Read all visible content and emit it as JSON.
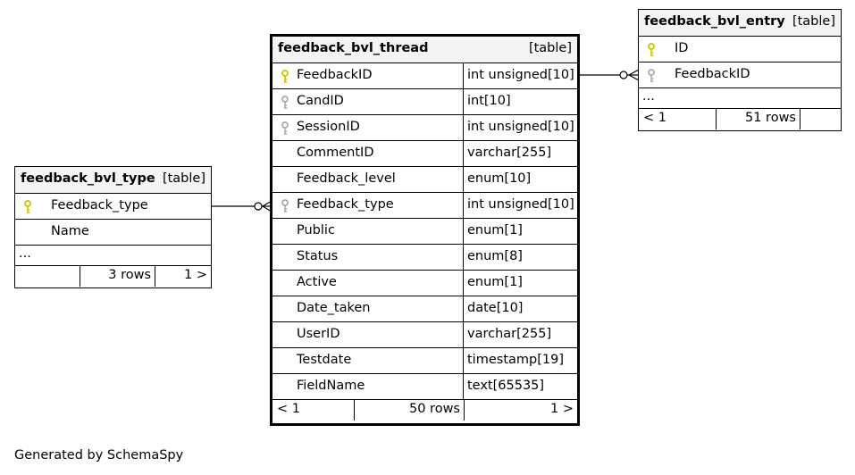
{
  "caption": "Generated by SchemaSpy",
  "tables": {
    "thread": {
      "name": "feedback_bvl_thread",
      "kind": "[table]",
      "rows": [
        {
          "name": "FeedbackID",
          "type": "int unsigned[10]",
          "key": "primary"
        },
        {
          "name": "CandID",
          "type": "int[10]",
          "key": "foreign"
        },
        {
          "name": "SessionID",
          "type": "int unsigned[10]",
          "key": "foreign"
        },
        {
          "name": "CommentID",
          "type": "varchar[255]",
          "key": "none"
        },
        {
          "name": "Feedback_level",
          "type": "enum[10]",
          "key": "none"
        },
        {
          "name": "Feedback_type",
          "type": "int unsigned[10]",
          "key": "foreign"
        },
        {
          "name": "Public",
          "type": "enum[1]",
          "key": "none"
        },
        {
          "name": "Status",
          "type": "enum[8]",
          "key": "none"
        },
        {
          "name": "Active",
          "type": "enum[1]",
          "key": "none"
        },
        {
          "name": "Date_taken",
          "type": "date[10]",
          "key": "none"
        },
        {
          "name": "UserID",
          "type": "varchar[255]",
          "key": "none"
        },
        {
          "name": "Testdate",
          "type": "timestamp[19]",
          "key": "none"
        },
        {
          "name": "FieldName",
          "type": "text[65535]",
          "key": "none"
        }
      ],
      "footer": {
        "left": "< 1",
        "rows": "50 rows",
        "right": "1 >"
      }
    },
    "type": {
      "name": "feedback_bvl_type",
      "kind": "[table]",
      "rows": [
        {
          "name": "Feedback_type",
          "key": "primary"
        },
        {
          "name": "Name",
          "key": "none"
        }
      ],
      "ellipsis": "...",
      "footer": {
        "left": "",
        "rows": "3 rows",
        "right": "1 >"
      }
    },
    "entry": {
      "name": "feedback_bvl_entry",
      "kind": "[table]",
      "rows": [
        {
          "name": "ID",
          "key": "primary"
        },
        {
          "name": "FeedbackID",
          "key": "foreign"
        }
      ],
      "ellipsis": "...",
      "footer": {
        "left": "< 1",
        "rows": "51 rows",
        "right": ""
      }
    }
  },
  "colors": {
    "primary_key": "#d4c800",
    "foreign_key": "#a8a8a8",
    "header_bg": "#f4f4f4"
  }
}
